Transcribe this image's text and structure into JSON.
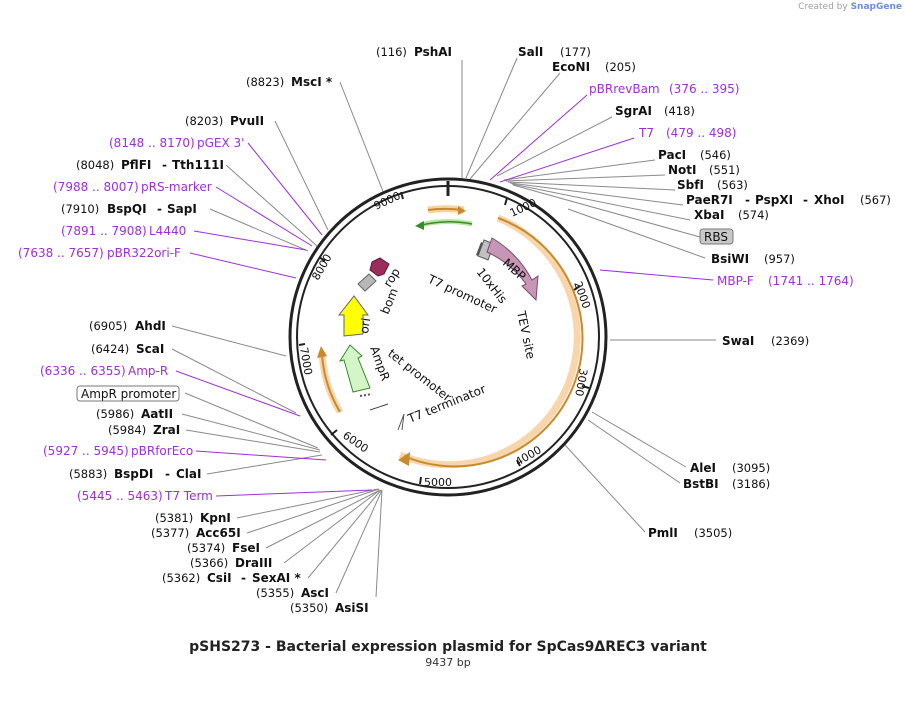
{
  "credit": {
    "prefix": "Created by",
    "brand": "SnapGene"
  },
  "title": "pSHS273 - Bacterial expression plasmid for SpCas9ΔREC3 variant",
  "subtitle": "9437 bp",
  "colors": {
    "primer": "#9b30d9",
    "backbone": "#222222",
    "orange": "#f5c58a"
  },
  "ticks": [
    "1000",
    "2000",
    "3000",
    "4000",
    "5000",
    "6000",
    "7000",
    "8000",
    "9000"
  ],
  "features": {
    "mbp": "MBP",
    "his": "10xHis",
    "tev": "TEV site",
    "t7prom": "T7 promoter",
    "tetprom": "tet promoter",
    "t7term": "T7 terminator",
    "ampr": "AmpR",
    "ori": "ori",
    "bom": "bom",
    "rop": "rop",
    "rbs": "RBS",
    "ampr_promoter": "AmpR promoter"
  },
  "sites": {
    "pshai": {
      "name": "PshAI",
      "pos": "(116)"
    },
    "sali": {
      "name": "SalI",
      "pos": "(177)"
    },
    "econi": {
      "name": "EcoNI",
      "pos": "(205)"
    },
    "pbrrevbam": {
      "name": "pBRrevBam",
      "pos": "(376 .. 395)"
    },
    "sgrai": {
      "name": "SgrAI",
      "pos": "(418)"
    },
    "t7": {
      "name": "T7",
      "pos": "(479 .. 498)"
    },
    "paci": {
      "name": "PacI",
      "pos": "(546)"
    },
    "noti": {
      "name": "NotI",
      "pos": "(551)"
    },
    "sbfi": {
      "name": "SbfI",
      "pos": "(563)"
    },
    "paer7i": {
      "name": "PaeR7I",
      "dash1": "-",
      "name2": "PspXI",
      "dash2": "-",
      "name3": "XhoI",
      "pos": "(567)"
    },
    "xbai": {
      "name": "XbaI",
      "pos": "(574)"
    },
    "bsiwi": {
      "name": "BsiWI",
      "pos": "(957)"
    },
    "mbpf": {
      "name": "MBP-F",
      "pos": "(1741 .. 1764)"
    },
    "swai": {
      "name": "SwaI",
      "pos": "(2369)"
    },
    "alei": {
      "name": "AleI",
      "pos": "(3095)"
    },
    "bstbi": {
      "name": "BstBI",
      "pos": "(3186)"
    },
    "pmli": {
      "name": "PmlI",
      "pos": "(3505)"
    },
    "msci": {
      "name": "MscI *",
      "pos": "(8823)"
    },
    "pvuii": {
      "name": "PvuII",
      "pos": "(8203)"
    },
    "pgex3": {
      "name": "pGEX 3'",
      "pos": "(8148 .. 8170)"
    },
    "pflfi": {
      "name": "PflFI",
      "dash": "-",
      "name2": "Tth111I",
      "pos": "(8048)"
    },
    "prsmarker": {
      "name": "pRS-marker",
      "pos": "(7988 .. 8007)"
    },
    "bspqi": {
      "name": "BspQI",
      "dash": "-",
      "name2": "SapI",
      "pos": "(7910)"
    },
    "l4440": {
      "name": "L4440",
      "pos": "(7891 .. 7908)"
    },
    "pbr322ori": {
      "name": "pBR322ori-F",
      "pos": "(7638 .. 7657)"
    },
    "ahdi": {
      "name": "AhdI",
      "pos": "(6905)"
    },
    "scai": {
      "name": "ScaI",
      "pos": "(6424)"
    },
    "ampr_primer": {
      "name": "Amp-R",
      "pos": "(6336 .. 6355)"
    },
    "aatii": {
      "name": "AatII",
      "pos": "(5986)"
    },
    "zrai": {
      "name": "ZraI",
      "pos": "(5984)"
    },
    "pbrforeco": {
      "name": "pBRforEco",
      "pos": "(5927 .. 5945)"
    },
    "bspdi": {
      "name": "BspDI",
      "dash": "-",
      "name2": "ClaI",
      "pos": "(5883)"
    },
    "t7term_primer": {
      "name": "T7 Term",
      "pos": "(5445 .. 5463)"
    },
    "kpni": {
      "name": "KpnI",
      "pos": "(5381)"
    },
    "acc65i": {
      "name": "Acc65I",
      "pos": "(5377)"
    },
    "fsei": {
      "name": "FseI",
      "pos": "(5374)"
    },
    "draiii": {
      "name": "DraIII",
      "pos": "(5366)"
    },
    "csii": {
      "name": "CsiI",
      "dash": "-",
      "name2": "SexAI *",
      "pos": "(5362)"
    },
    "asci": {
      "name": "AscI",
      "pos": "(5355)"
    },
    "asisi": {
      "name": "AsiSI",
      "pos": "(5350)"
    }
  }
}
